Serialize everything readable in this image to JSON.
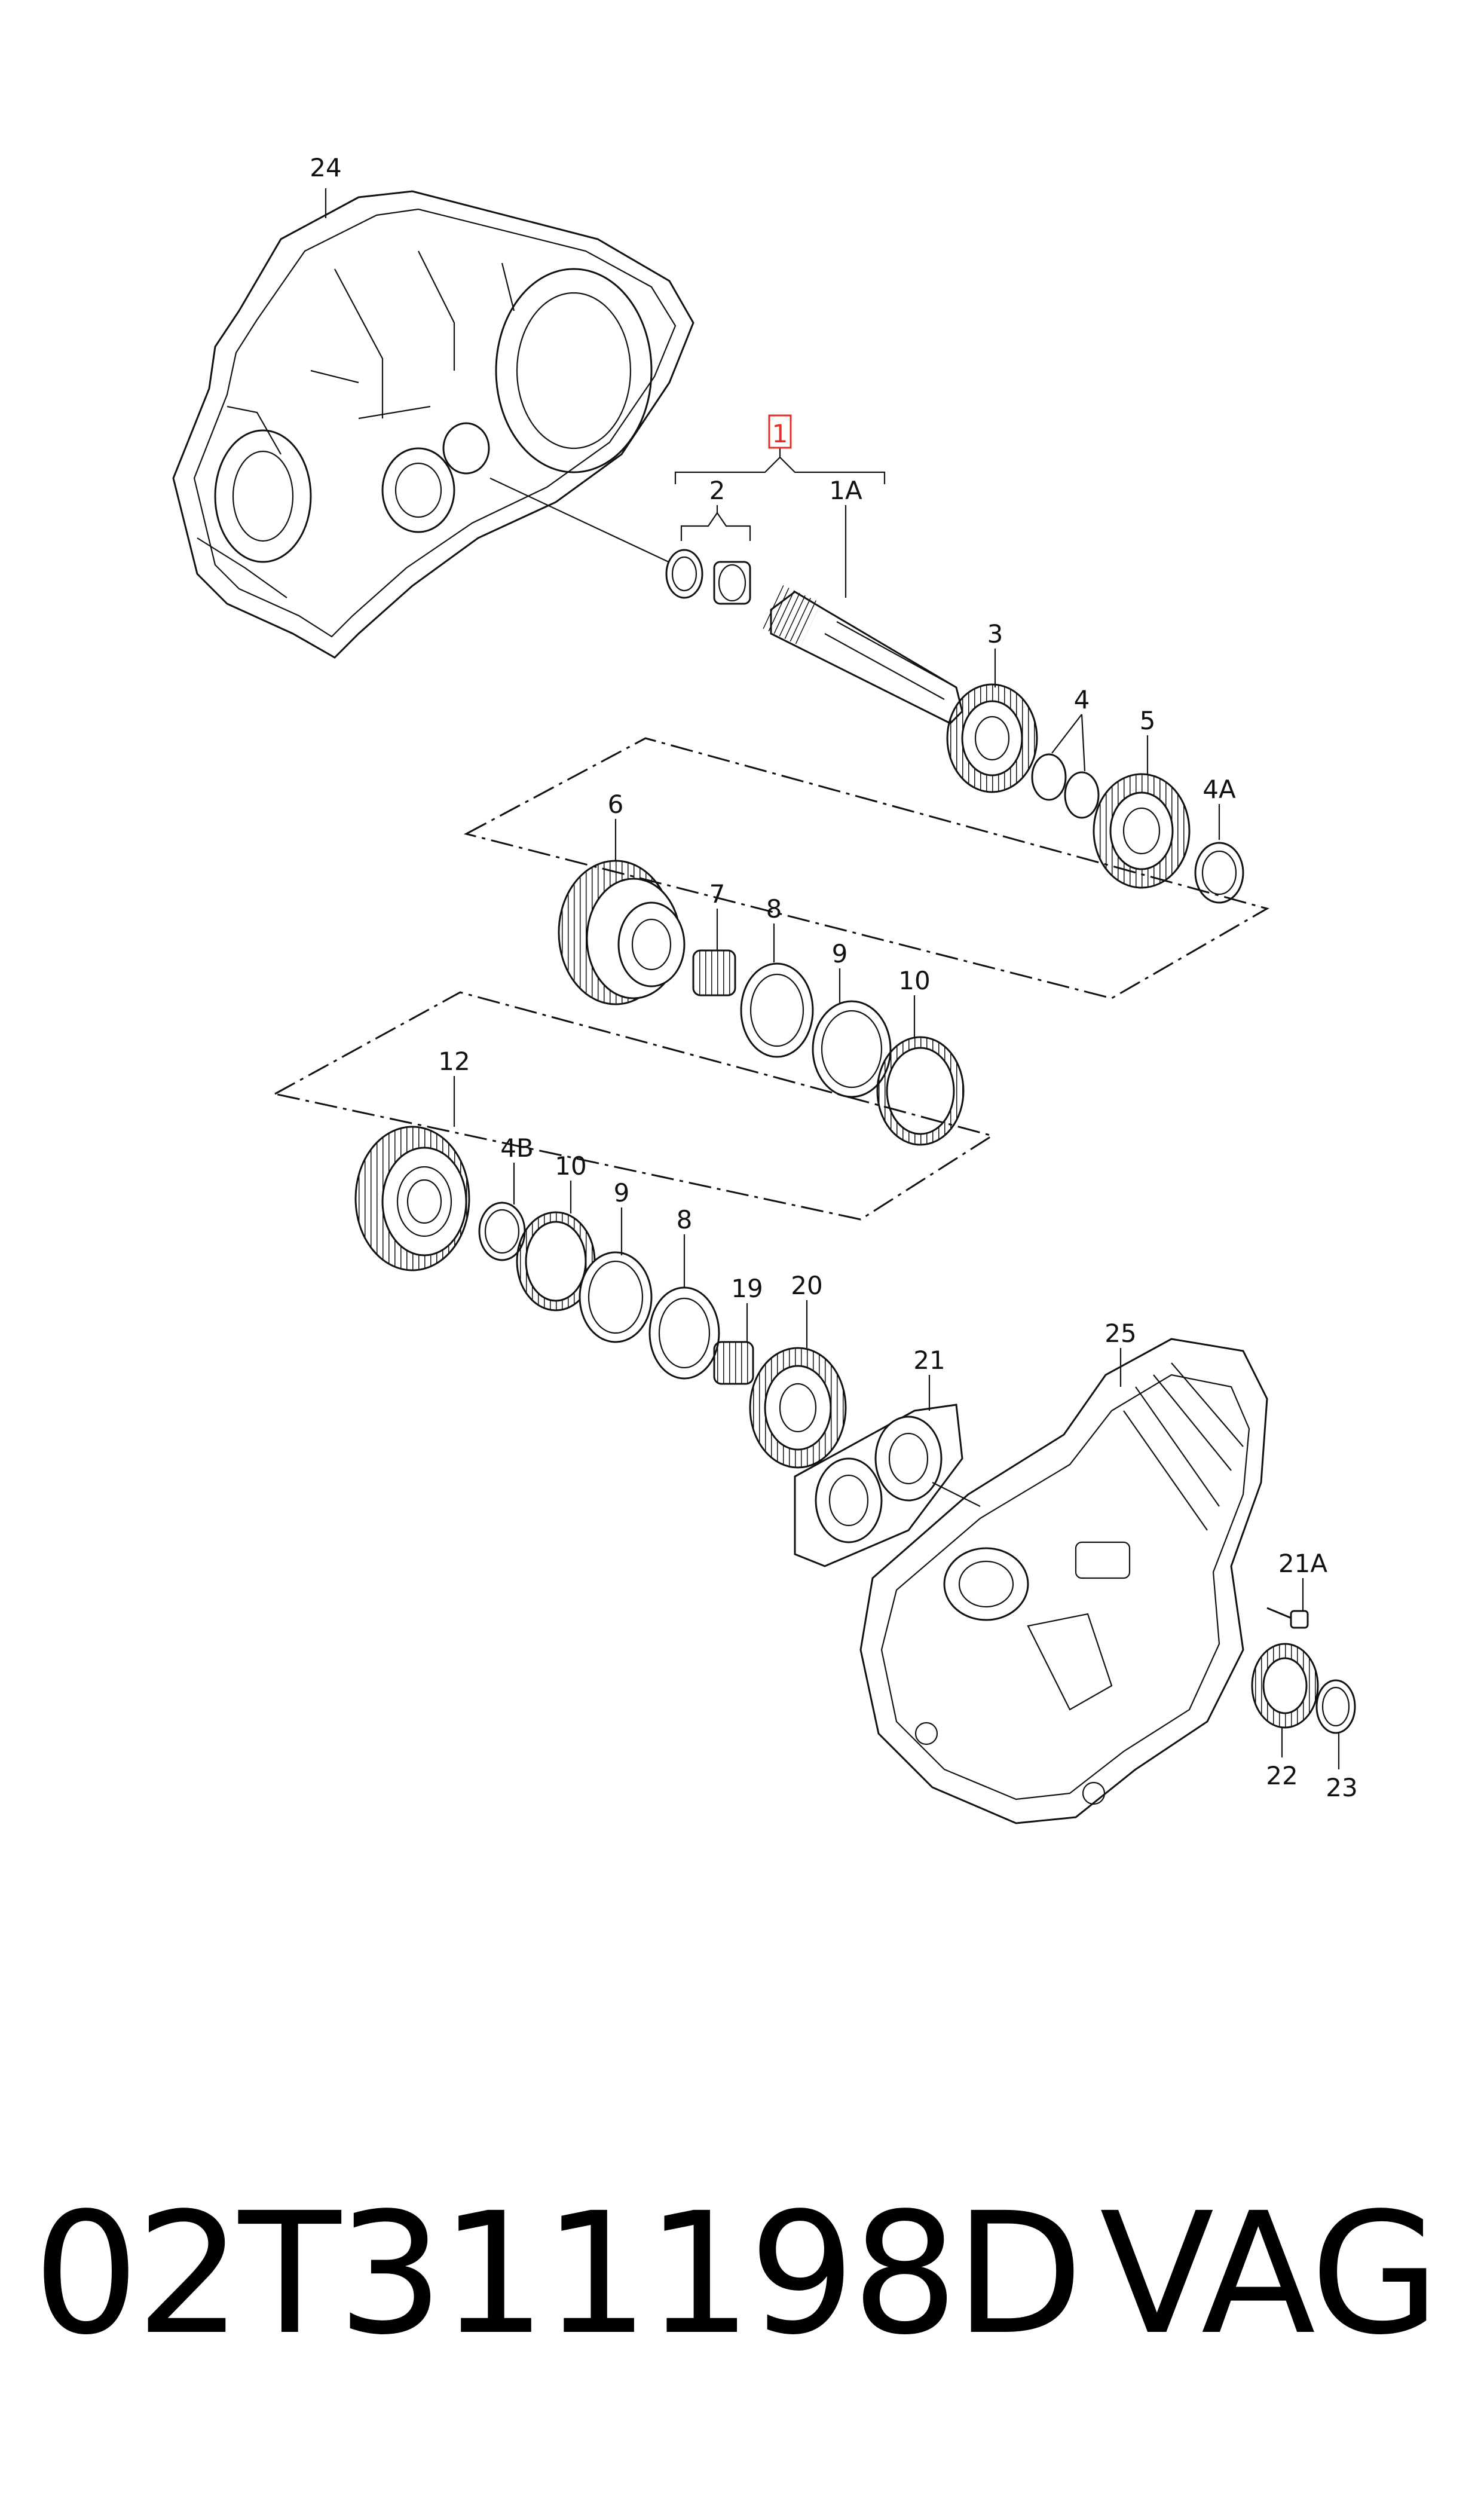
{
  "diagram": {
    "callouts": {
      "c24": "24",
      "c1": "1",
      "c2": "2",
      "c1A": "1A",
      "c3": "3",
      "c4": "4",
      "c5": "5",
      "c4A": "4A",
      "c6": "6",
      "c7": "7",
      "c8a": "8",
      "c9a": "9",
      "c10a": "10",
      "c12": "12",
      "c4B": "4B",
      "c10b": "10",
      "c9b": "9",
      "c8b": "8",
      "c19": "19",
      "c20": "20",
      "c21": "21",
      "c25": "25",
      "c21A": "21A",
      "c22": "22",
      "c23": "23"
    },
    "highlight_color": "#e0302a"
  },
  "caption": {
    "part_number": "02T311198D",
    "brand": "VAG"
  }
}
